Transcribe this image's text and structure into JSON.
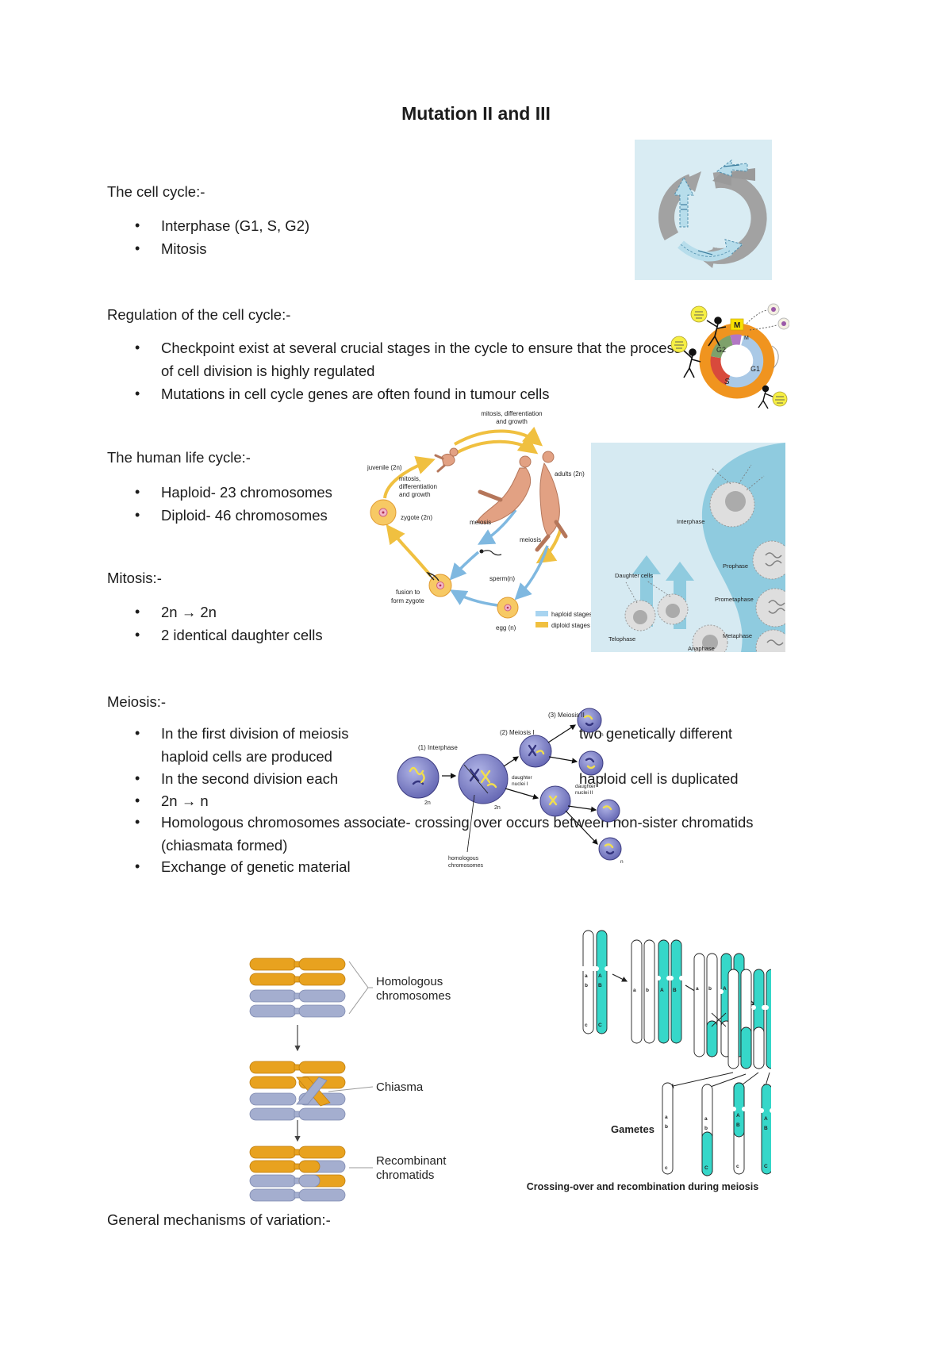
{
  "title": "Mutation II and III",
  "sections": {
    "cell_cycle": {
      "heading": "The cell cycle:-",
      "bullets": [
        "Interphase (G1, S, G2)",
        "Mitosis"
      ]
    },
    "regulation": {
      "heading": "Regulation of the cell cycle:-",
      "bullets": [
        "Checkpoint exist at several crucial stages in the cycle to ensure that the process of cell division is highly regulated",
        "Mutations in cell cycle genes are often found in tumour cells"
      ]
    },
    "human_life_cycle": {
      "heading": "The human life cycle:-",
      "bullets": [
        "Haploid- 23 chromosomes",
        "Diploid- 46 chromosomes"
      ]
    },
    "mitosis": {
      "heading": "Mitosis:-",
      "bullets": [
        "2n → 2n",
        "2 identical daughter cells"
      ]
    },
    "meiosis": {
      "heading": "Meiosis:-",
      "b1_left": "In the first division of meiosis",
      "b1_right": "two genetically different",
      "b1_cont": "haploid cells are produced",
      "b2_left": "In the second division each",
      "b2_right": "haploid cell is duplicated",
      "b3": "2n → n",
      "b4": "Homologous chromosomes associate- crossing over occurs between non-sister chromatids (chiasmata formed)",
      "b5": "Exchange of genetic material"
    },
    "variation_heading": "General mechanisms of variation:-"
  },
  "figures": {
    "checkpoints": {
      "m1": "M",
      "m2": "M",
      "g1": "G1",
      "g2": "G2",
      "s": "S"
    },
    "life_cycle": {
      "top_label_1": "mitosis, differentiation",
      "top_label_2": "and growth",
      "juvenile": "juvenile (2n)",
      "adults": "adults (2n)",
      "left_label_1": "mitosis,",
      "left_label_2": "differentiation",
      "left_label_3": "and growth",
      "zygote": "zygote (2n)",
      "meiosis1": "meiosis",
      "meiosis2": "meiosis",
      "sperm": "sperm(n)",
      "fusion_1": "fusion to",
      "fusion_2": "form zygote",
      "egg": "egg (n)",
      "legend_haploid": "haploid stages",
      "legend_diploid": "diploid stages"
    },
    "mitosis_stages": {
      "interphase": "Interphase",
      "prophase": "Prophase",
      "prometaphase": "Prometaphase",
      "metaphase": "Metaphase",
      "anaphase": "Anaphase",
      "telophase": "Telophase",
      "daughter": "Daughter cells"
    },
    "meiosis_diagram": {
      "step1": "(1) Interphase",
      "step2": "(2) Meiosis I",
      "step3": "(3) Meiosis II",
      "dn1a": "daughter",
      "dn1b": "nuclei I",
      "dn2a": "daughter",
      "dn2b": "nuclei II",
      "hom1": "homologous",
      "hom2": "chromosomes",
      "p2n_a": "2n",
      "p2n_b": "2n",
      "n": "n"
    },
    "homologous": {
      "label1a": "Homologous",
      "label1b": "chromosomes",
      "label2": "Chiasma",
      "label3a": "Recombinant",
      "label3b": "chromatids"
    },
    "crossing_over": {
      "gametes": "Gametes",
      "caption": "Crossing-over and recombination during meiosis",
      "a": "a",
      "b": "b",
      "c": "c",
      "A": "A",
      "B": "B",
      "C": "C"
    }
  }
}
